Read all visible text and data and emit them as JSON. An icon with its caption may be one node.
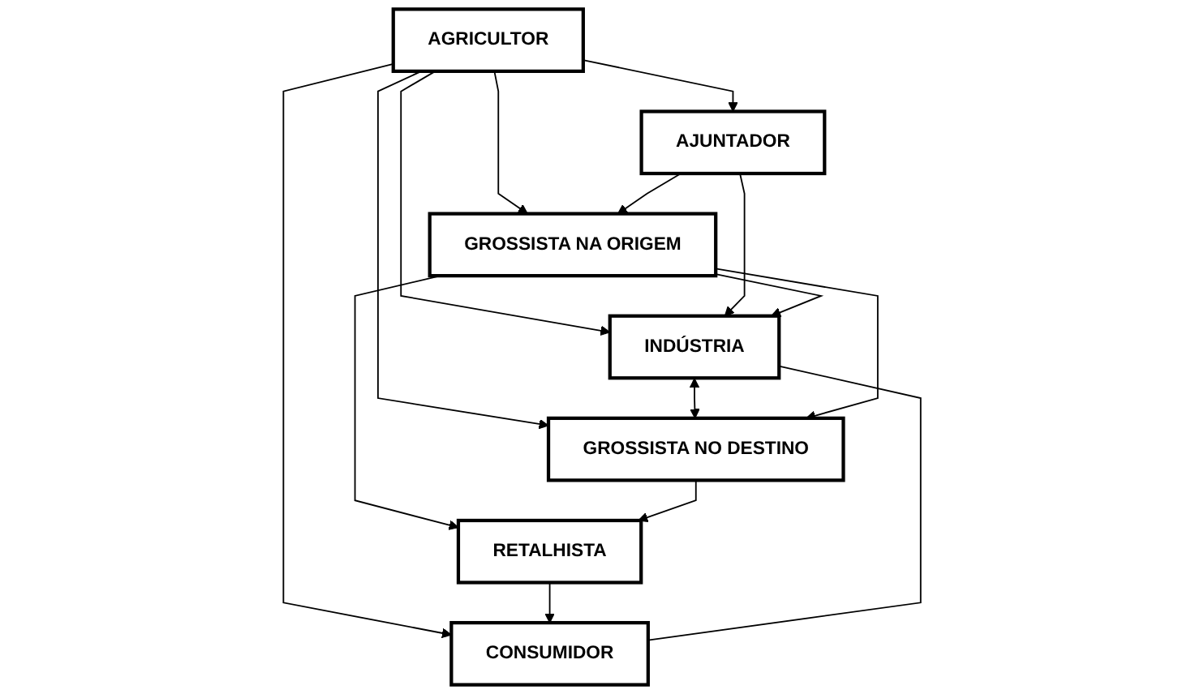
{
  "diagram": {
    "nodes": [
      {
        "text": [
          "AGRICULTOR"
        ]
      },
      {
        "text": [
          "AJUNTADOR"
        ]
      },
      {
        "text": [
          "GROSSISTA NA ORIGEM"
        ]
      },
      {
        "text": [
          "INDÚSTRIA"
        ]
      },
      {
        "text": [
          "GROSSISTA NO DESTINO"
        ]
      },
      {
        "text": [
          "RETALHISTA"
        ]
      },
      {
        "text": [
          "CONSUMIDOR"
        ]
      }
    ],
    "edges": [
      {
        "from": 0,
        "to": 1,
        "arrow": "to"
      },
      {
        "from": 0,
        "to": 2,
        "arrow": "to"
      },
      {
        "from": 1,
        "to": 2,
        "arrow": "to"
      },
      {
        "from": 0,
        "to": 3,
        "arrow": "to"
      },
      {
        "from": 1,
        "to": 3,
        "arrow": "to"
      },
      {
        "from": 0,
        "to": 4,
        "arrow": "to"
      },
      {
        "from": 0,
        "to": 6,
        "arrow": "to"
      },
      {
        "from": 2,
        "to": 3,
        "arrow": "to"
      },
      {
        "from": 3,
        "to": 4,
        "arrow": "both"
      },
      {
        "from": 2,
        "to": 4,
        "arrow": "to"
      },
      {
        "from": 2,
        "to": 5,
        "arrow": "to"
      },
      {
        "from": 4,
        "to": 5,
        "arrow": "to"
      },
      {
        "from": 5,
        "to": 6,
        "arrow": "to"
      },
      {
        "from": 3,
        "to": 6,
        "arrow": "none"
      }
    ]
  }
}
